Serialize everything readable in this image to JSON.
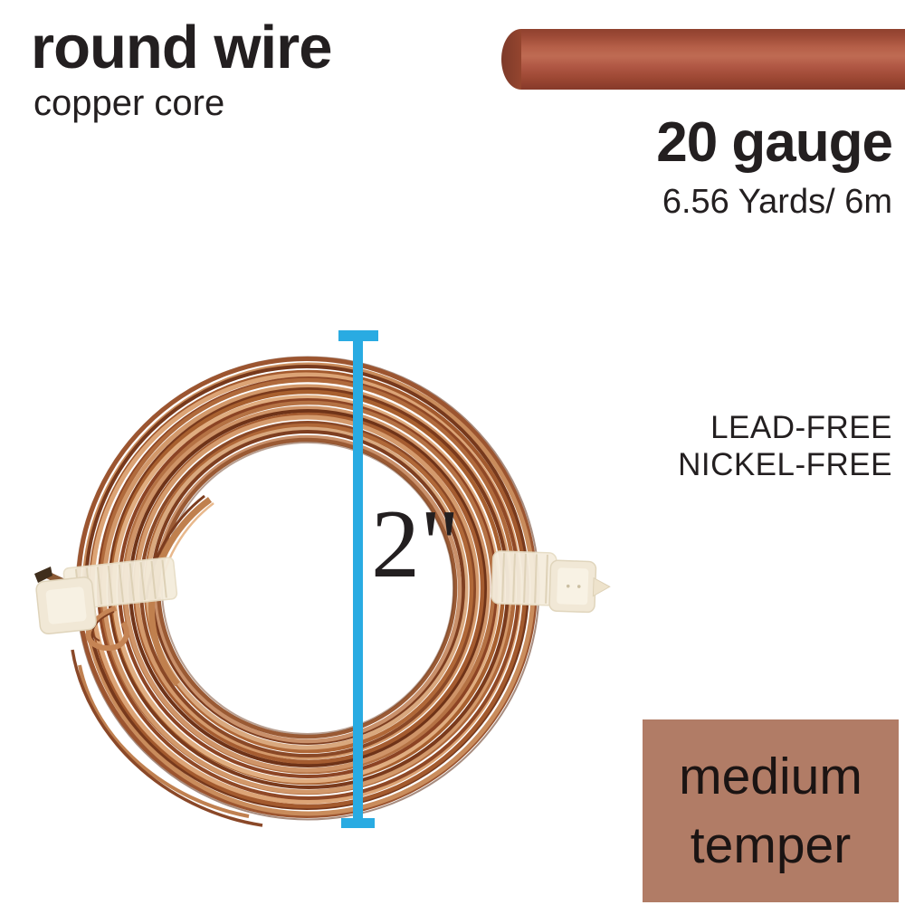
{
  "header": {
    "title": "round wire",
    "subtitle": "copper core"
  },
  "specs": {
    "gauge": "20 gauge",
    "length": "6.56 Yards/ 6m"
  },
  "features": {
    "line1": "LEAD-FREE",
    "line2": "NICKEL-FREE"
  },
  "measurement": {
    "diameter": "2\""
  },
  "temper": {
    "line1": "medium",
    "line2": "temper"
  },
  "colors": {
    "text": "#231f20",
    "background": "#ffffff",
    "measure_line_blue": "#29abe2",
    "temper_box_bg": "#b17c66",
    "rod_base": "#a85140",
    "rod_dark": "#8b3d2b",
    "rod_light": "#bf6b53",
    "copper_highlight": "#dca476",
    "copper_mid": "#b06a3c",
    "copper_dark": "#7a3a1c",
    "cable_tie_cream": "#f2ead9"
  },
  "graphics": {
    "rod_swatch": "wire-rod-swatch",
    "coil_photo": "copper-wire-coil-photo",
    "measure_line": "diameter-measure-line",
    "cable_ties": [
      "cable-tie-left",
      "cable-tie-right"
    ]
  }
}
